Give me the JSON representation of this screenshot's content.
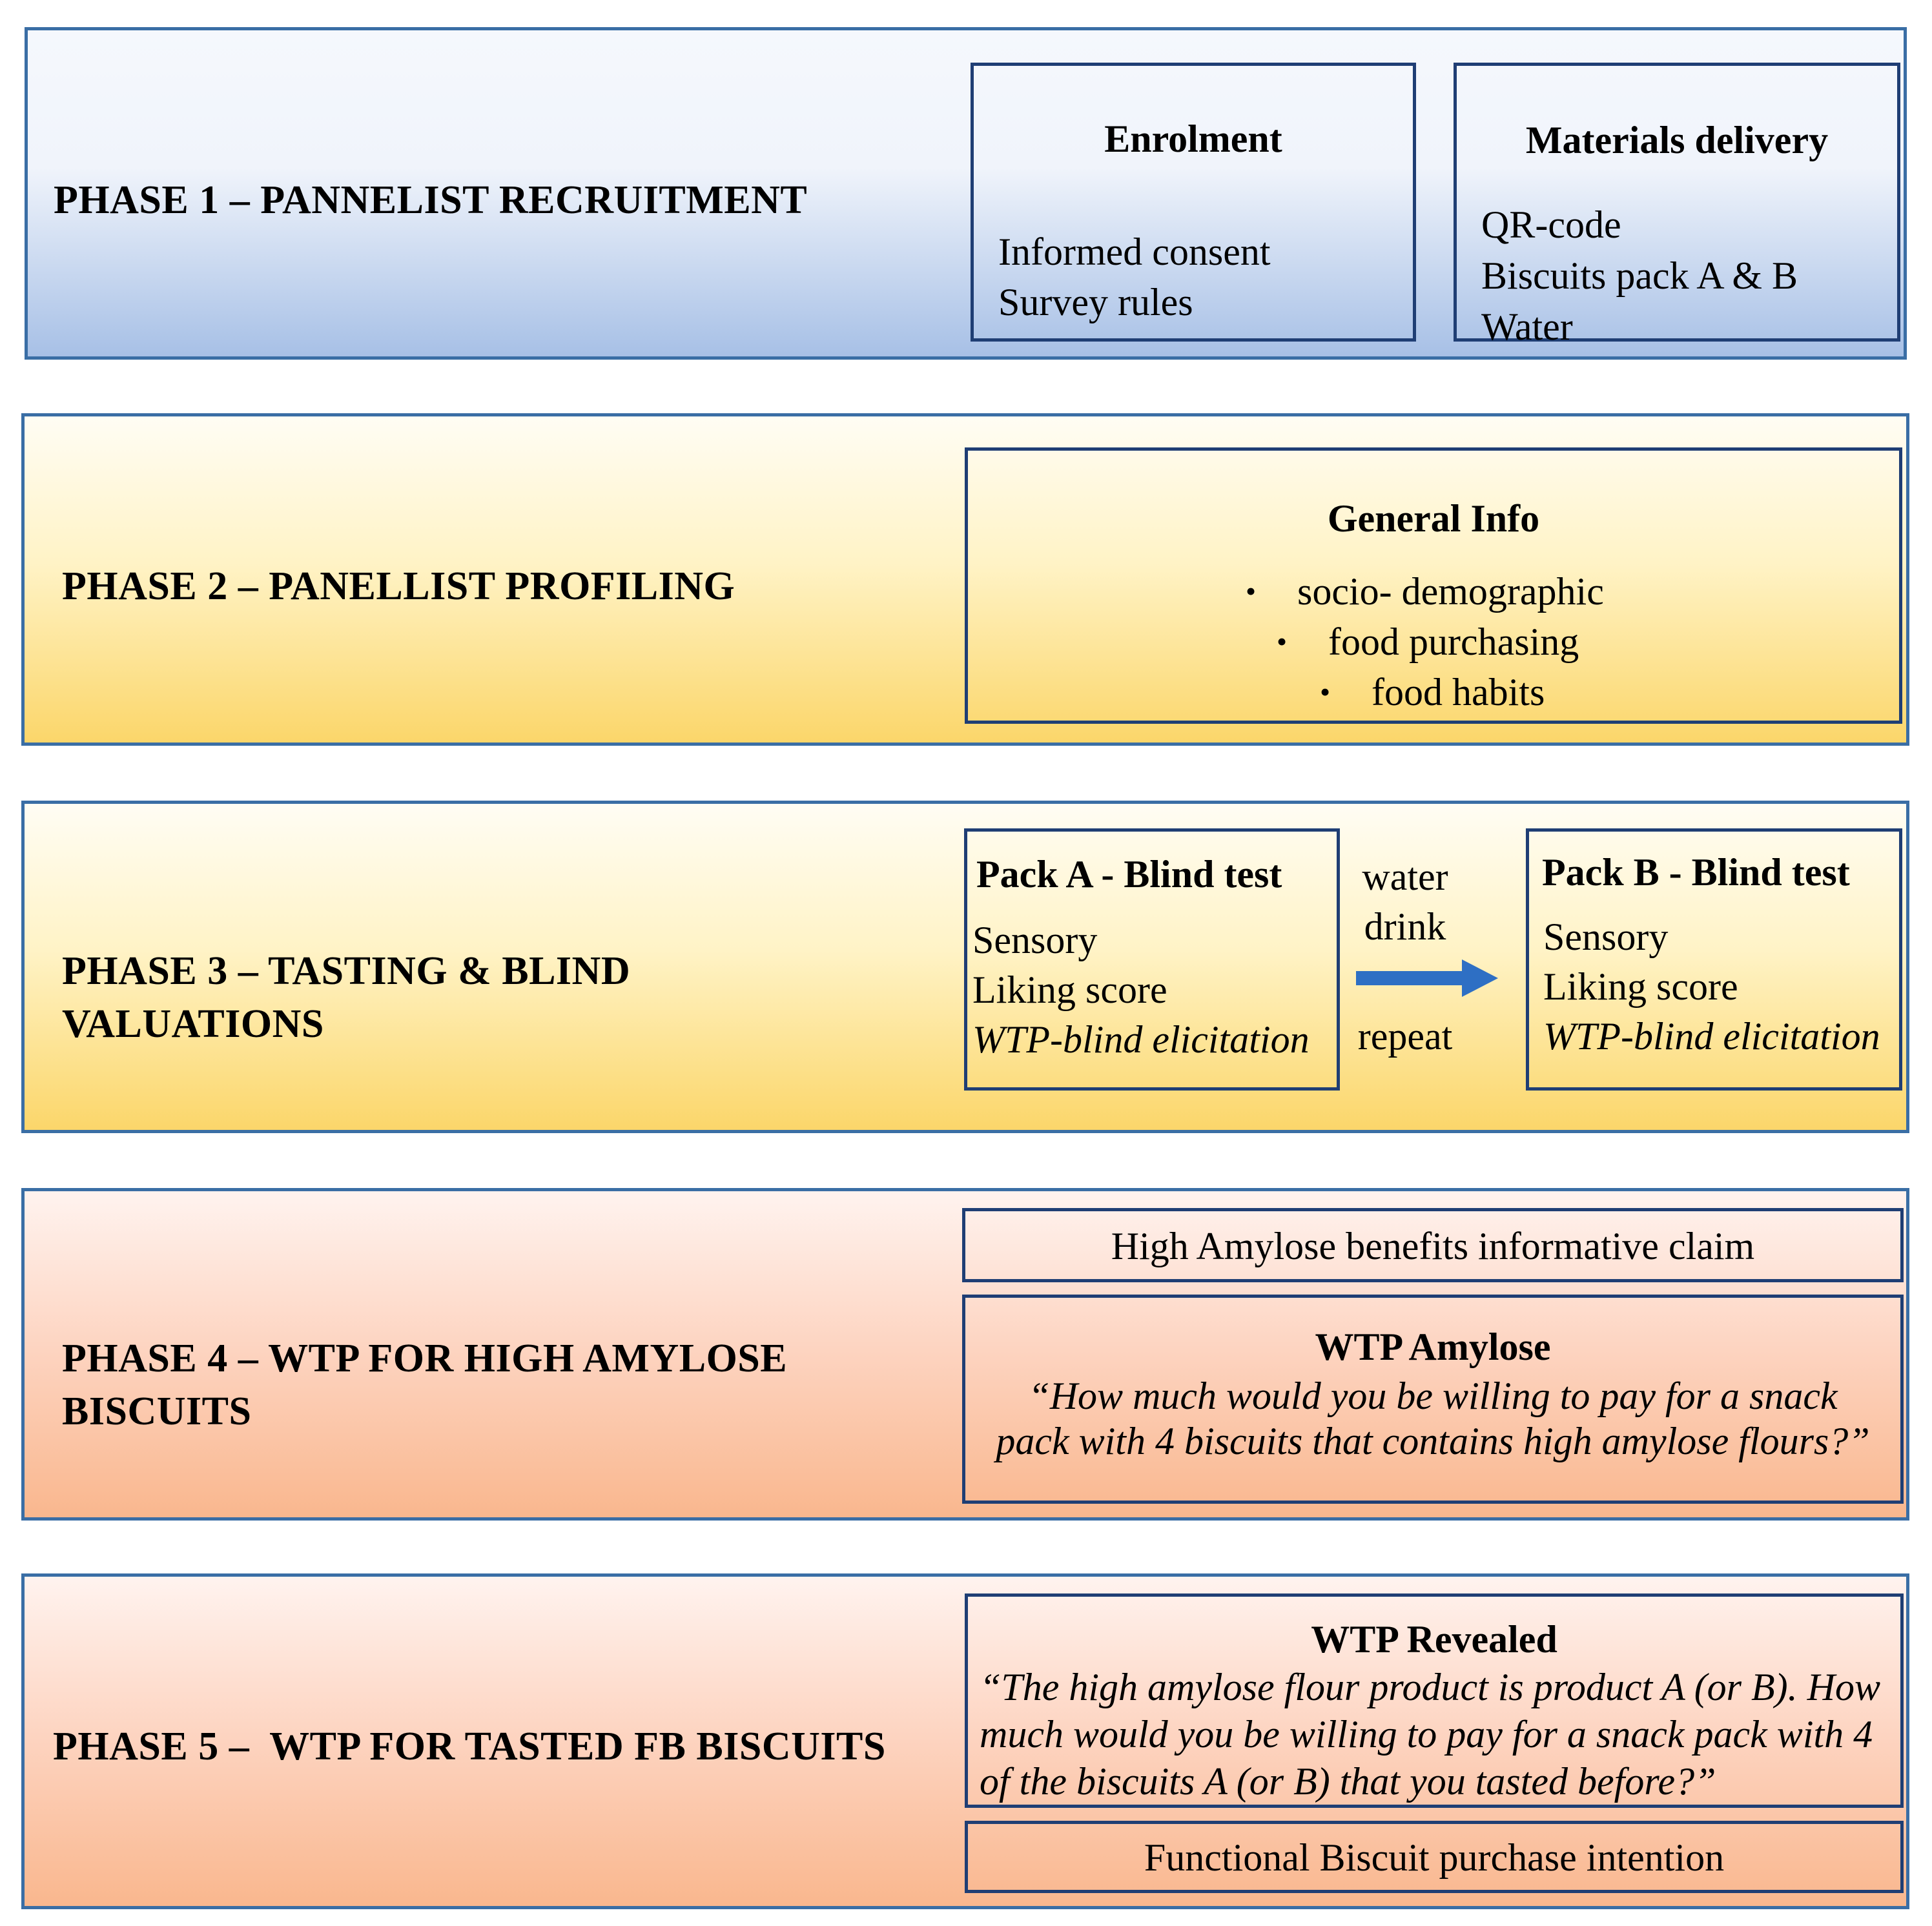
{
  "phases": [
    {
      "title": "PHASE 1 – PANNELIST RECRUITMENT",
      "enrolment": {
        "title": "Enrolment",
        "items": [
          "Informed consent",
          "Survey rules"
        ]
      },
      "materials": {
        "title": "Materials delivery",
        "items": [
          "QR-code",
          "Biscuits pack A & B",
          "Water"
        ]
      }
    },
    {
      "title": "PHASE 2 – PANELLIST PROFILING",
      "general_info": {
        "title": "General Info",
        "items": [
          "socio- demographic",
          "food purchasing",
          "food habits"
        ]
      }
    },
    {
      "title_lines": [
        "PHASE 3 – TASTING & BLIND",
        "VALUATIONS"
      ],
      "pack_a": {
        "title": "Pack A - Blind test",
        "items": [
          "Sensory",
          "Liking score",
          "WTP-blind elicitation"
        ]
      },
      "connector": {
        "top_lines": [
          "water",
          "drink"
        ],
        "bottom": "repeat"
      },
      "pack_b": {
        "title": "Pack B - Blind test",
        "items": [
          "Sensory",
          "Liking score",
          "WTP-blind elicitation"
        ]
      }
    },
    {
      "title_lines": [
        "PHASE 4 – WTP FOR HIGH AMYLOSE",
        "BISCUITS"
      ],
      "claim": "High Amylose benefits informative claim",
      "wtp_amylose": {
        "title": "WTP Amylose",
        "quote_lines": [
          "“How much would you be willing to pay for a snack",
          "pack with 4 biscuits that contains high amylose flours?”"
        ]
      }
    },
    {
      "title": "PHASE 5 –  WTP FOR TASTED FB BISCUITS",
      "wtp_revealed": {
        "title": "WTP Revealed",
        "quote_lines": [
          "“The high amylose flour product is product A (or B). How",
          "much would you be willing to pay for a snack pack with 4",
          "of the biscuits A (or B) that you tasted before?”"
        ]
      },
      "purchase_intention": "Functional Biscuit purchase intention"
    }
  ],
  "colors": {
    "border": "#3A6EA5",
    "inner_border": "#1F3E74",
    "arrow": "#2E6FC4"
  }
}
